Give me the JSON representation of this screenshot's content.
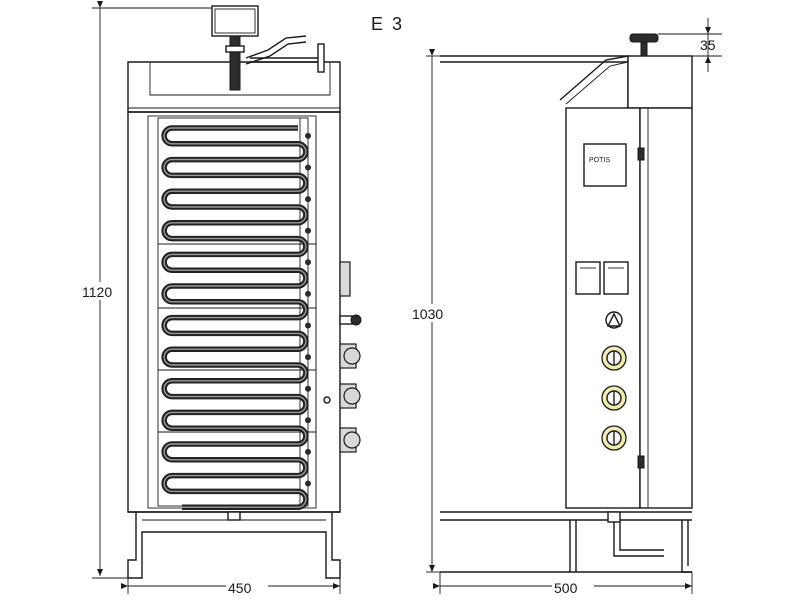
{
  "title": "E 3",
  "front_view": {
    "height_label": "1120",
    "width_label": "450"
  },
  "side_view": {
    "height_label": "1030",
    "depth_label": "500",
    "top_offset_label": "35",
    "brand_plate": "POTIS"
  }
}
